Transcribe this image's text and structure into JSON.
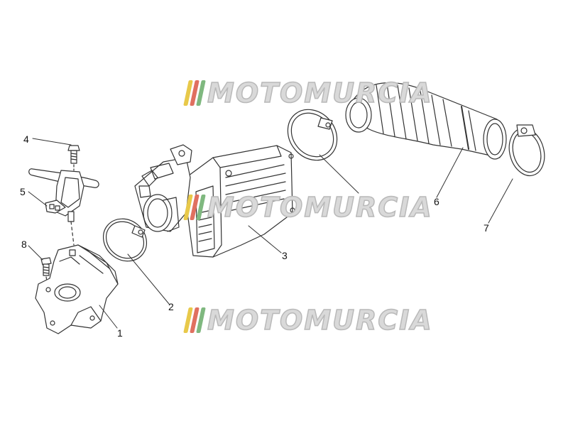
{
  "diagram": {
    "callouts": [
      "1",
      "2",
      "3",
      "4",
      "5",
      "6",
      "7",
      "8"
    ],
    "watermark": {
      "text": "MOTOMURCIA",
      "stripe_colors": [
        "#e8c94a",
        "#e07060",
        "#7fb87f"
      ],
      "text_color": "#d9d9d9",
      "outline_color": "#b9b9b9"
    },
    "line_color": "#333333"
  }
}
